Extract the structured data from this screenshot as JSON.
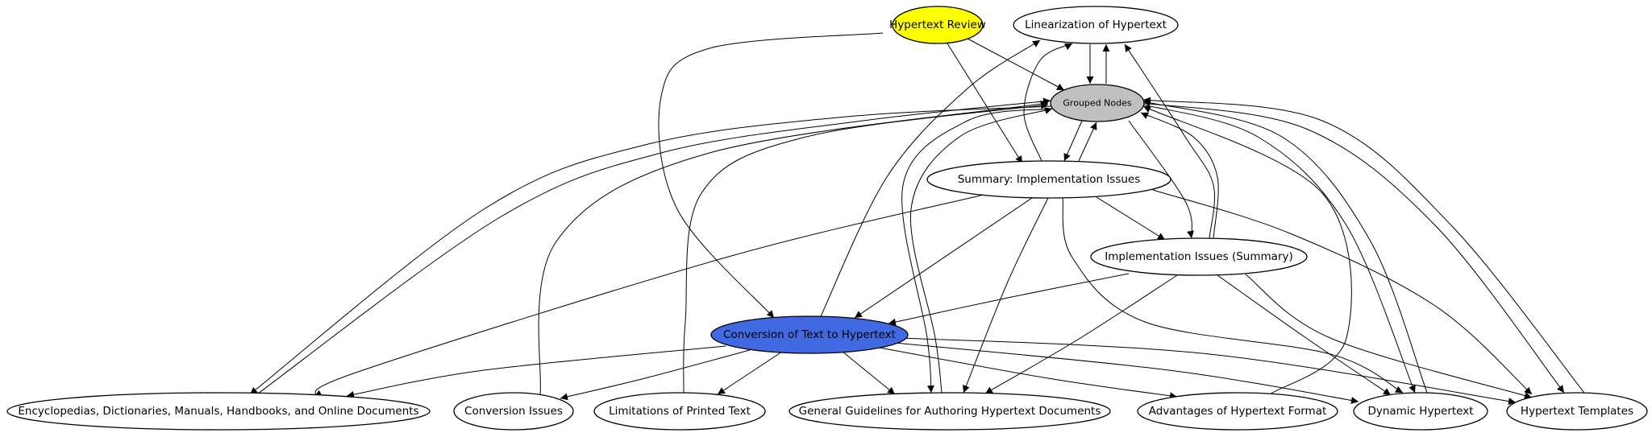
{
  "nodes": [
    {
      "id": "hypertext_review",
      "label": "Hypertext Review",
      "fill": "#ffff00",
      "text_color": "#000000"
    },
    {
      "id": "linearization",
      "label": "Linearization of Hypertext",
      "fill": "#ffffff",
      "text_color": "#000000"
    },
    {
      "id": "grouped_nodes",
      "label": "Grouped Nodes",
      "fill": "#c0c0c0",
      "text_color": "#000000"
    },
    {
      "id": "summary_impl",
      "label": "Summary: Implementation Issues",
      "fill": "#ffffff",
      "text_color": "#000000"
    },
    {
      "id": "impl_summary",
      "label": "Implementation Issues (Summary)",
      "fill": "#ffffff",
      "text_color": "#000000"
    },
    {
      "id": "conversion",
      "label": "Conversion of Text to Hypertext",
      "fill": "#4169e1",
      "text_color": "#000000"
    },
    {
      "id": "encyclopedias",
      "label": "Encyclopedias, Dictionaries, Manuals, Handbooks, and Online Documents",
      "fill": "#ffffff",
      "text_color": "#000000"
    },
    {
      "id": "conversion_issues",
      "label": "Conversion Issues",
      "fill": "#ffffff",
      "text_color": "#000000"
    },
    {
      "id": "limitations",
      "label": "Limitations of Printed Text",
      "fill": "#ffffff",
      "text_color": "#000000"
    },
    {
      "id": "guidelines",
      "label": "General Guidelines for Authoring Hypertext Documents",
      "fill": "#ffffff",
      "text_color": "#000000"
    },
    {
      "id": "advantages",
      "label": "Advantages of Hypertext Format",
      "fill": "#ffffff",
      "text_color": "#000000"
    },
    {
      "id": "dynamic",
      "label": "Dynamic Hypertext",
      "fill": "#ffffff",
      "text_color": "#000000"
    },
    {
      "id": "templates",
      "label": "Hypertext Templates",
      "fill": "#ffffff",
      "text_color": "#000000"
    }
  ],
  "edges": [
    [
      "hypertext_review",
      "grouped_nodes"
    ],
    [
      "hypertext_review",
      "summary_impl"
    ],
    [
      "hypertext_review",
      "conversion"
    ],
    [
      "linearization",
      "grouped_nodes"
    ],
    [
      "grouped_nodes",
      "linearization"
    ],
    [
      "grouped_nodes",
      "summary_impl"
    ],
    [
      "summary_impl",
      "grouped_nodes"
    ],
    [
      "summary_impl",
      "linearization"
    ],
    [
      "grouped_nodes",
      "impl_summary"
    ],
    [
      "impl_summary",
      "grouped_nodes"
    ],
    [
      "impl_summary",
      "linearization"
    ],
    [
      "grouped_nodes",
      "encyclopedias"
    ],
    [
      "encyclopedias",
      "grouped_nodes"
    ],
    [
      "conversion_issues",
      "grouped_nodes"
    ],
    [
      "limitations",
      "grouped_nodes"
    ],
    [
      "grouped_nodes",
      "guidelines"
    ],
    [
      "guidelines",
      "grouped_nodes"
    ],
    [
      "advantages",
      "grouped_nodes"
    ],
    [
      "grouped_nodes",
      "dynamic"
    ],
    [
      "dynamic",
      "grouped_nodes"
    ],
    [
      "grouped_nodes",
      "templates"
    ],
    [
      "templates",
      "grouped_nodes"
    ],
    [
      "summary_impl",
      "impl_summary"
    ],
    [
      "summary_impl",
      "conversion"
    ],
    [
      "summary_impl",
      "encyclopedias"
    ],
    [
      "summary_impl",
      "guidelines"
    ],
    [
      "summary_impl",
      "dynamic"
    ],
    [
      "summary_impl",
      "templates"
    ],
    [
      "impl_summary",
      "conversion"
    ],
    [
      "impl_summary",
      "guidelines"
    ],
    [
      "impl_summary",
      "dynamic"
    ],
    [
      "impl_summary",
      "templates"
    ],
    [
      "conversion",
      "linearization"
    ],
    [
      "conversion",
      "encyclopedias"
    ],
    [
      "conversion",
      "conversion_issues"
    ],
    [
      "conversion",
      "limitations"
    ],
    [
      "conversion",
      "guidelines"
    ],
    [
      "conversion",
      "advantages"
    ],
    [
      "conversion",
      "dynamic"
    ],
    [
      "conversion",
      "templates"
    ]
  ]
}
